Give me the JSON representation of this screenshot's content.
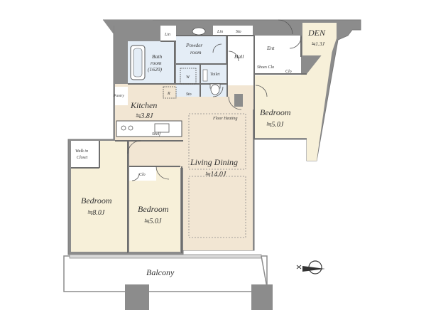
{
  "labels": {
    "den": "DEN",
    "den_area": "≒1.3J",
    "lin1": "Lin",
    "lin2": "Lin",
    "sto1": "Sto",
    "sto2": "Sto",
    "powder_room": "Powder room",
    "bath_room": "Bath room (1620)",
    "hall": "Hall",
    "ent": "Ent",
    "shoes_clo": "Shoes Clo",
    "clo1": "Clo",
    "clo2": "Clo",
    "w": "W",
    "toilet": "Toilet",
    "r": "R",
    "pantry": "Pantry",
    "kitchen": "Kitchen",
    "kitchen_area": "≒3.8J",
    "shelf": "Shelf",
    "floor_heating": "Floor Heating",
    "bedroom_right": "Bedroom",
    "bedroom_right_area": "≒5.0J",
    "walk_in_closet": "Walk in Closet",
    "living_dining": "Living Dining",
    "living_dining_area": "≒14.0J",
    "bedroom_left": "Bedroom",
    "bedroom_left_area": "≒8.0J",
    "bedroom_mid": "Bedroom",
    "bedroom_mid_area": "≒5.0J",
    "balcony": "Balcony"
  },
  "colors": {
    "wall": "#8c8c8c",
    "cream": "#f7f0d9",
    "blue": "#e4edf6",
    "beige": "#f2e6d3",
    "white": "#ffffff",
    "line": "#555555"
  }
}
